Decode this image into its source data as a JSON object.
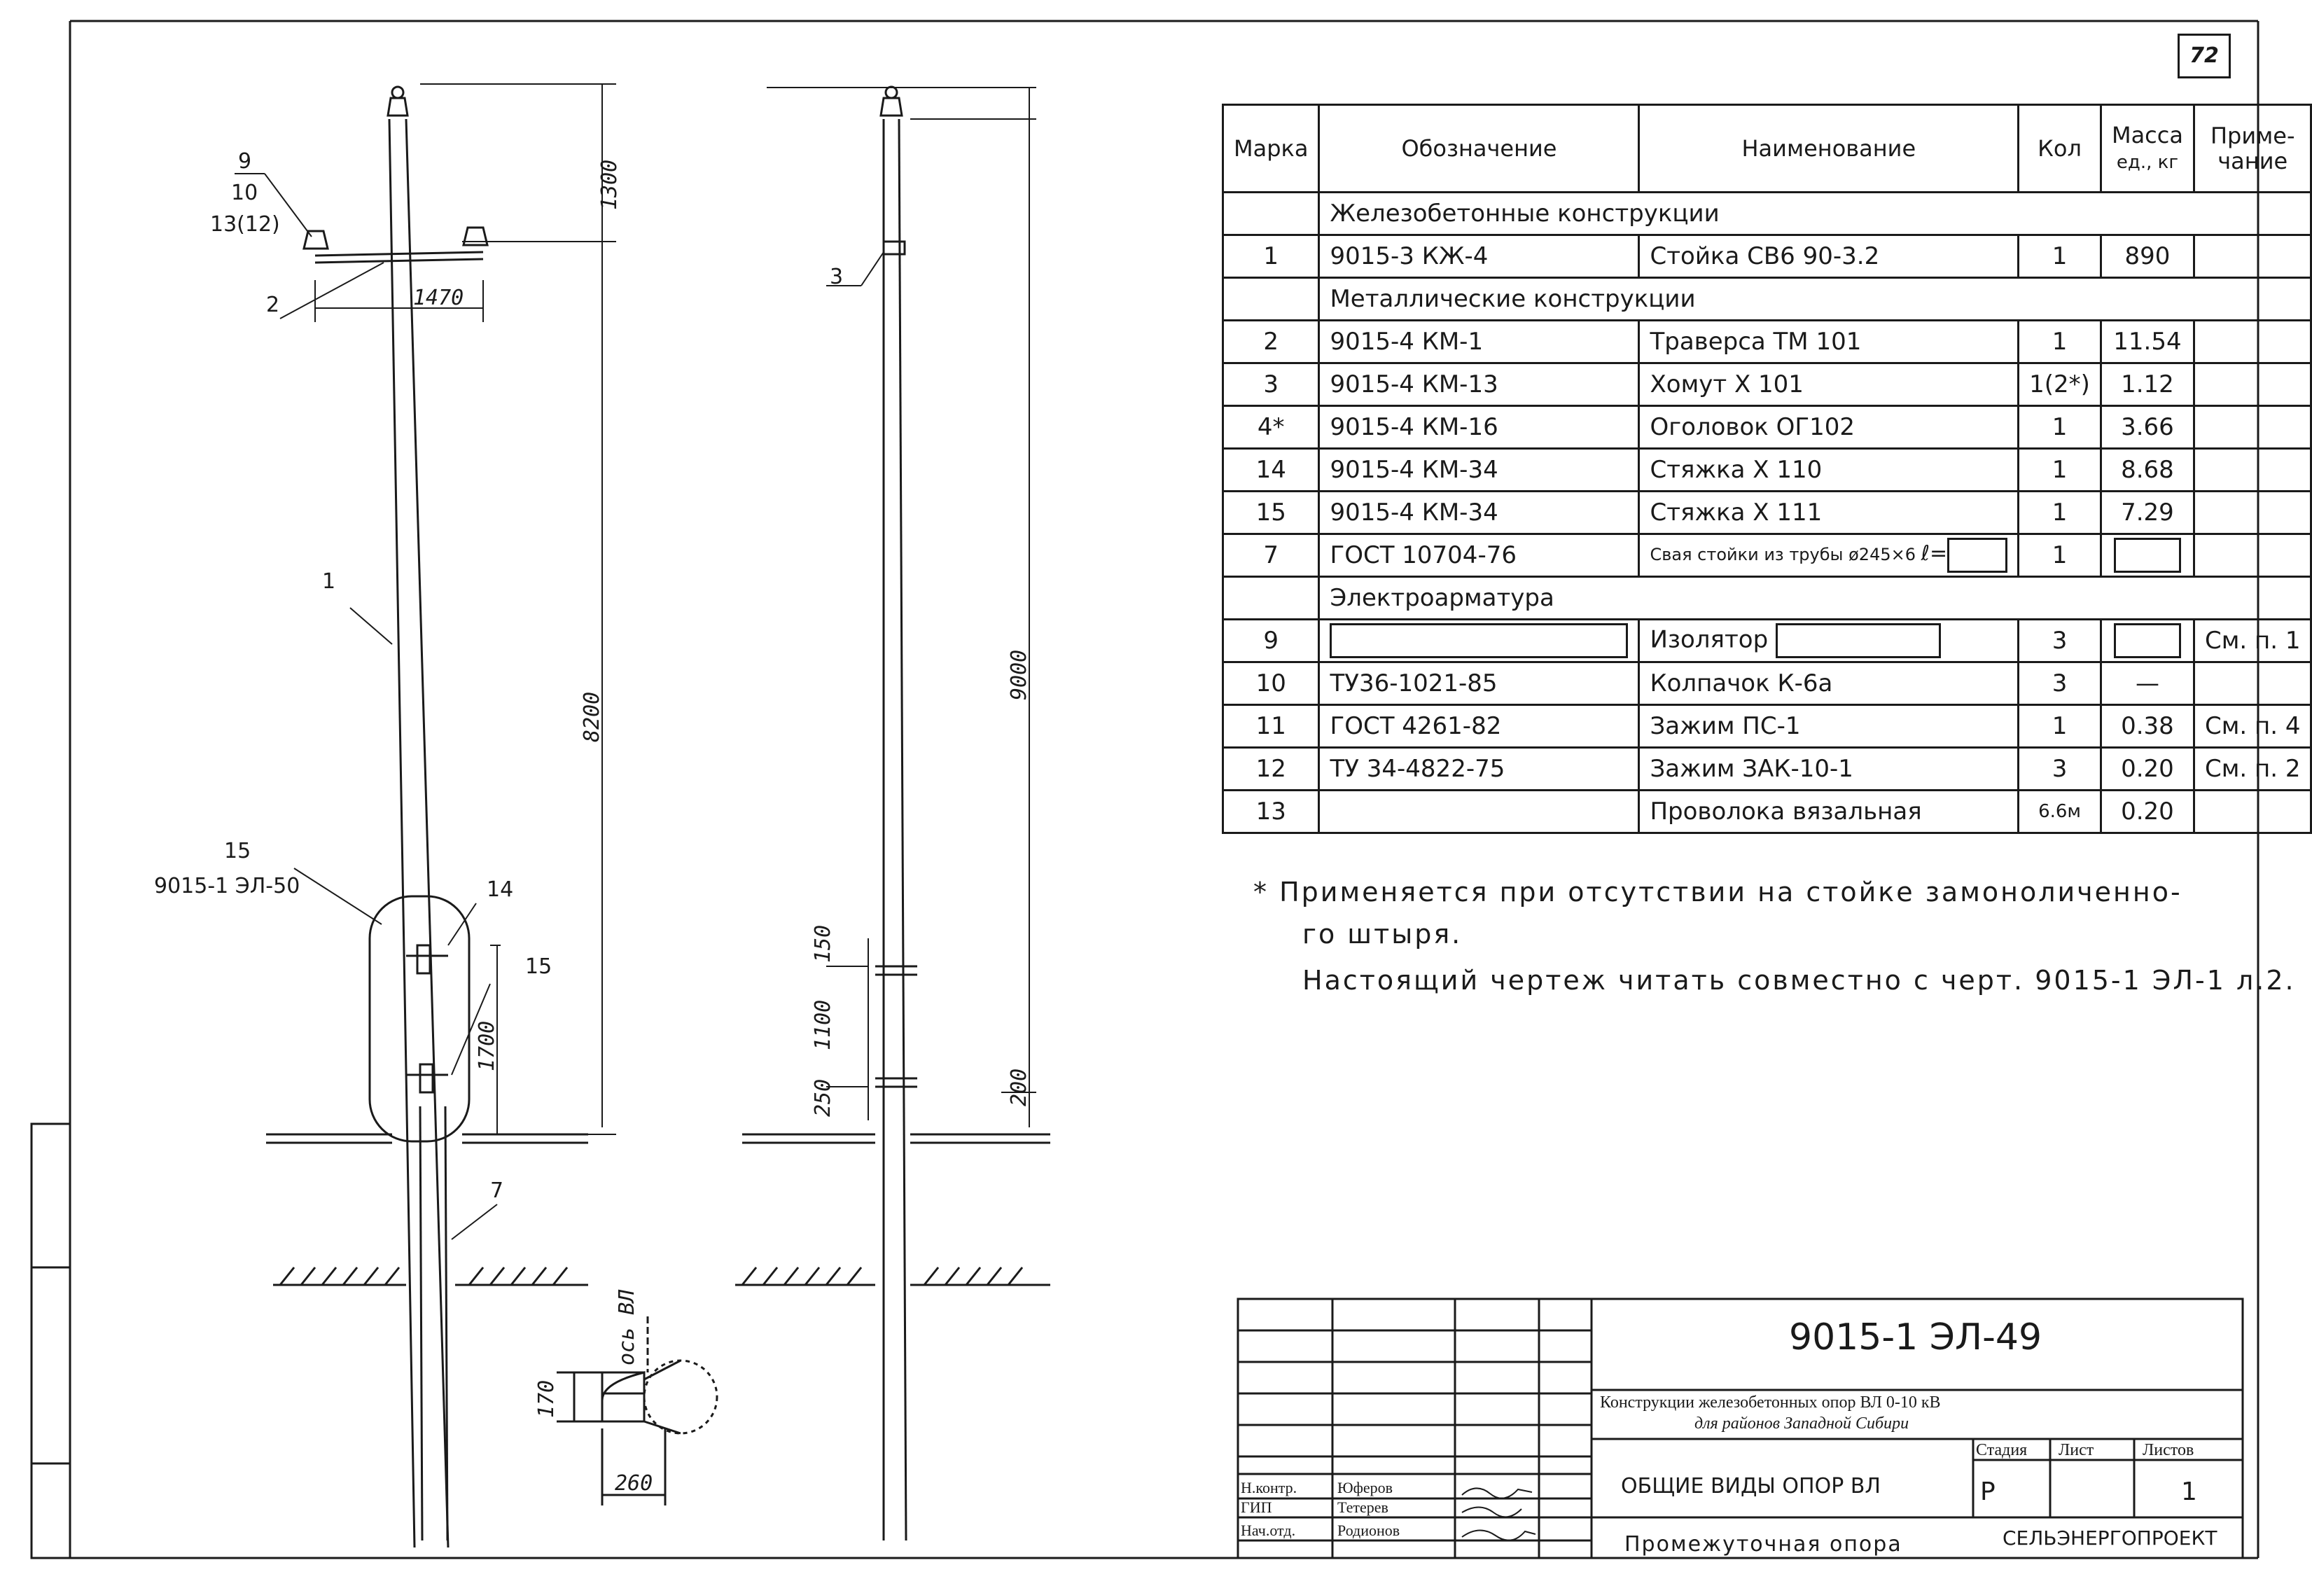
{
  "page_number": "72",
  "drawing_labels": {
    "l9": "9",
    "l10": "10",
    "l13": "13(12)",
    "l2": "2",
    "l1": "1",
    "l15": "15",
    "l15b": "15",
    "l9015": "9015-1 ЭЛ-50",
    "l14": "14",
    "l7": "7",
    "l3": "3",
    "d1300": "1300",
    "d1470": "1470",
    "d8200": "8200",
    "d1700": "1700",
    "d9000": "9000",
    "d150": "150",
    "d1100": "1100",
    "d250": "250",
    "d200": "200",
    "d170": "170",
    "d260": "260",
    "axis": "ось ВЛ"
  },
  "table": {
    "headers": {
      "mark": "Марка",
      "designation": "Обозначение",
      "name": "Наименование",
      "qty": "Кол",
      "mass1": "Масса",
      "mass2": "ед., кг",
      "note1": "Приме-",
      "note2": "чание"
    },
    "sections": {
      "s1": "Железобетонные конструкции",
      "s2": "Металлические конструкции",
      "s3": "Электроарматура"
    },
    "rows": [
      {
        "mark": "1",
        "designation": "9015-3 КЖ-4",
        "name": "Стойка СВ6 90-3.2",
        "qty": "1",
        "mass": "890",
        "note": ""
      },
      {
        "mark": "2",
        "designation": "9015-4 КМ-1",
        "name": "Траверса ТМ 101",
        "qty": "1",
        "mass": "11.54",
        "note": ""
      },
      {
        "mark": "3",
        "designation": "9015-4 КМ-13",
        "name": "Хомут Х 101",
        "qty": "1(2*)",
        "mass": "1.12",
        "note": ""
      },
      {
        "mark": "4*",
        "designation": "9015-4 КМ-16",
        "name": "Оголовок ОГ102",
        "qty": "1",
        "mass": "3.66",
        "note": ""
      },
      {
        "mark": "14",
        "designation": "9015-4 КМ-34",
        "name": "Стяжка Х 110",
        "qty": "1",
        "mass": "8.68",
        "note": ""
      },
      {
        "mark": "15",
        "designation": "9015-4 КМ-34",
        "name": "Стяжка Х 111",
        "qty": "1",
        "mass": "7.29",
        "note": ""
      },
      {
        "mark": "7",
        "designation": "ГОСТ 10704-76",
        "name": "Свая стойки из трубы ø245×6",
        "name_suffix": "ℓ=",
        "qty": "1",
        "mass": "",
        "note": ""
      },
      {
        "mark": "9",
        "designation": "",
        "name": "Изолятор",
        "qty": "3",
        "mass": "",
        "note": "См. п. 1"
      },
      {
        "mark": "10",
        "designation": "ТУ36-1021-85",
        "name": "Колпачок К-6а",
        "qty": "3",
        "mass": "—",
        "note": ""
      },
      {
        "mark": "11",
        "designation": "ГОСТ 4261-82",
        "name": "Зажим ПС-1",
        "qty": "1",
        "mass": "0.38",
        "note": "См. п. 4"
      },
      {
        "mark": "12",
        "designation": "ТУ 34-4822-75",
        "name": "Зажим ЗАК-10-1",
        "qty": "3",
        "mass": "0.20",
        "note": "См. п. 2"
      },
      {
        "mark": "13",
        "designation": "",
        "name": "Проволока вязальная",
        "qty": "6.6м",
        "mass": "0.20",
        "note": ""
      }
    ]
  },
  "notes": {
    "n1": "* Применяется при отсутствии на стойке замоноличенно-",
    "n1b": "го штыря.",
    "n2": "Настоящий чертеж читать совместно с черт. 9015-1 ЭЛ-1 л.2."
  },
  "title_block": {
    "code": "9015-1 ЭЛ-49",
    "project1": "Конструкции железобетонных опор ВЛ 0-10 кВ",
    "project2": "для районов Западной Сибири",
    "sheet_title": "ОБЩИЕ ВИДЫ ОПОР ВЛ",
    "subtitle": "Промежуточная опора",
    "stage_label": "Стадия",
    "sheet_label": "Лист",
    "sheets_label": "Листов",
    "stage": "Р",
    "sheets": "1",
    "org": "СЕЛЬЭНЕРГОПРОЕКТ",
    "people": [
      {
        "role": "Н.контр.",
        "name": "Юферов"
      },
      {
        "role": "ГИП",
        "name": "Тетерев"
      },
      {
        "role": "Нач.отд.",
        "name": "Родионов"
      }
    ]
  }
}
